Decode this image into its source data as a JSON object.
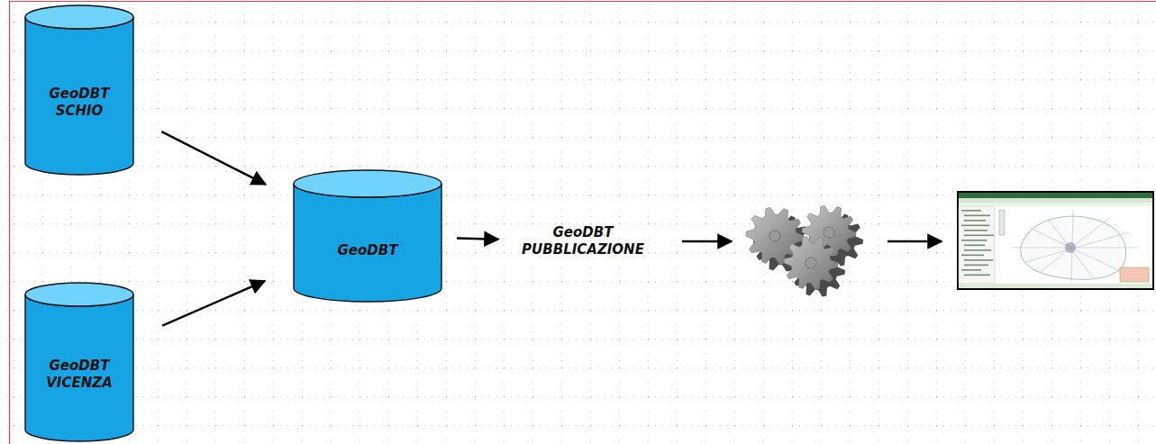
{
  "diagram": {
    "nodes": [
      {
        "text": [
          "GeoDBT SCHIO"
        ]
      },
      {
        "text": [
          "GeoDBT VICENZA"
        ]
      },
      {
        "text": [
          "GeoDBT"
        ]
      },
      {
        "text": [
          "GeoDBT PUBBLICAZIONE"
        ]
      }
    ],
    "edges": [
      {
        "from": 0,
        "to": 2,
        "arrow": "to"
      },
      {
        "from": 1,
        "to": 2,
        "arrow": "to"
      },
      {
        "from": 2,
        "to": 3,
        "arrow": "to"
      }
    ]
  }
}
